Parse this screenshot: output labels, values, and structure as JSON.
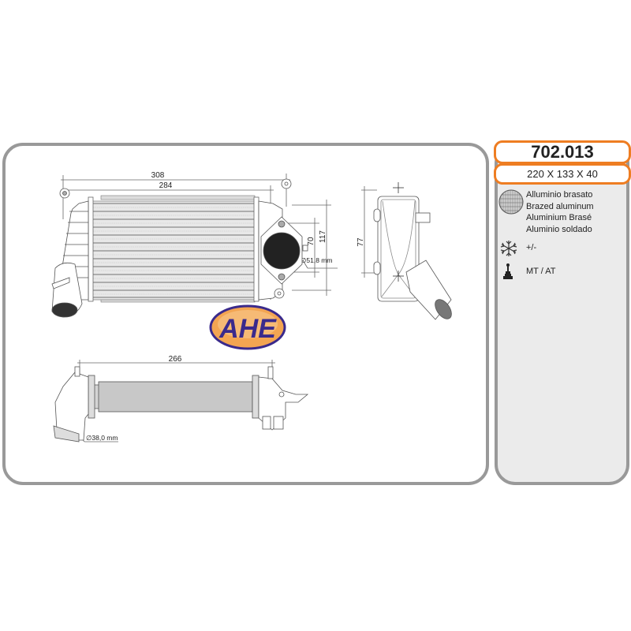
{
  "product": {
    "code": "702.013",
    "dimensions": "220 X 133 X 40"
  },
  "specs": {
    "material": {
      "icon": "brazed-aluminum-icon",
      "labels": [
        "Alluminio brasato",
        "Brazed aluminum",
        "Aluminium Brasé",
        "Aluminio soldado"
      ]
    },
    "ac": {
      "icon": "snowflake-icon",
      "label": "+/-"
    },
    "transmission": {
      "icon": "gear-shift-icon",
      "label": "MT / AT"
    }
  },
  "drawing": {
    "front_view": {
      "overall_width": "308",
      "core_width": "284",
      "flange_hole_spacing": "70",
      "overall_height": "117",
      "outlet_diameter": "∅51,8 mm"
    },
    "side_view": {
      "mount_spacing": "77"
    },
    "top_view": {
      "length": "266",
      "inlet_diameter": "∅38,0 mm"
    },
    "logo": {
      "text": "AHE",
      "text_color": "#3a2a8c",
      "fill_color": "#f0a04a"
    }
  },
  "colors": {
    "accent": "#ee7d22",
    "panel_border": "#999999",
    "side_panel_bg": "#ebebeb"
  }
}
